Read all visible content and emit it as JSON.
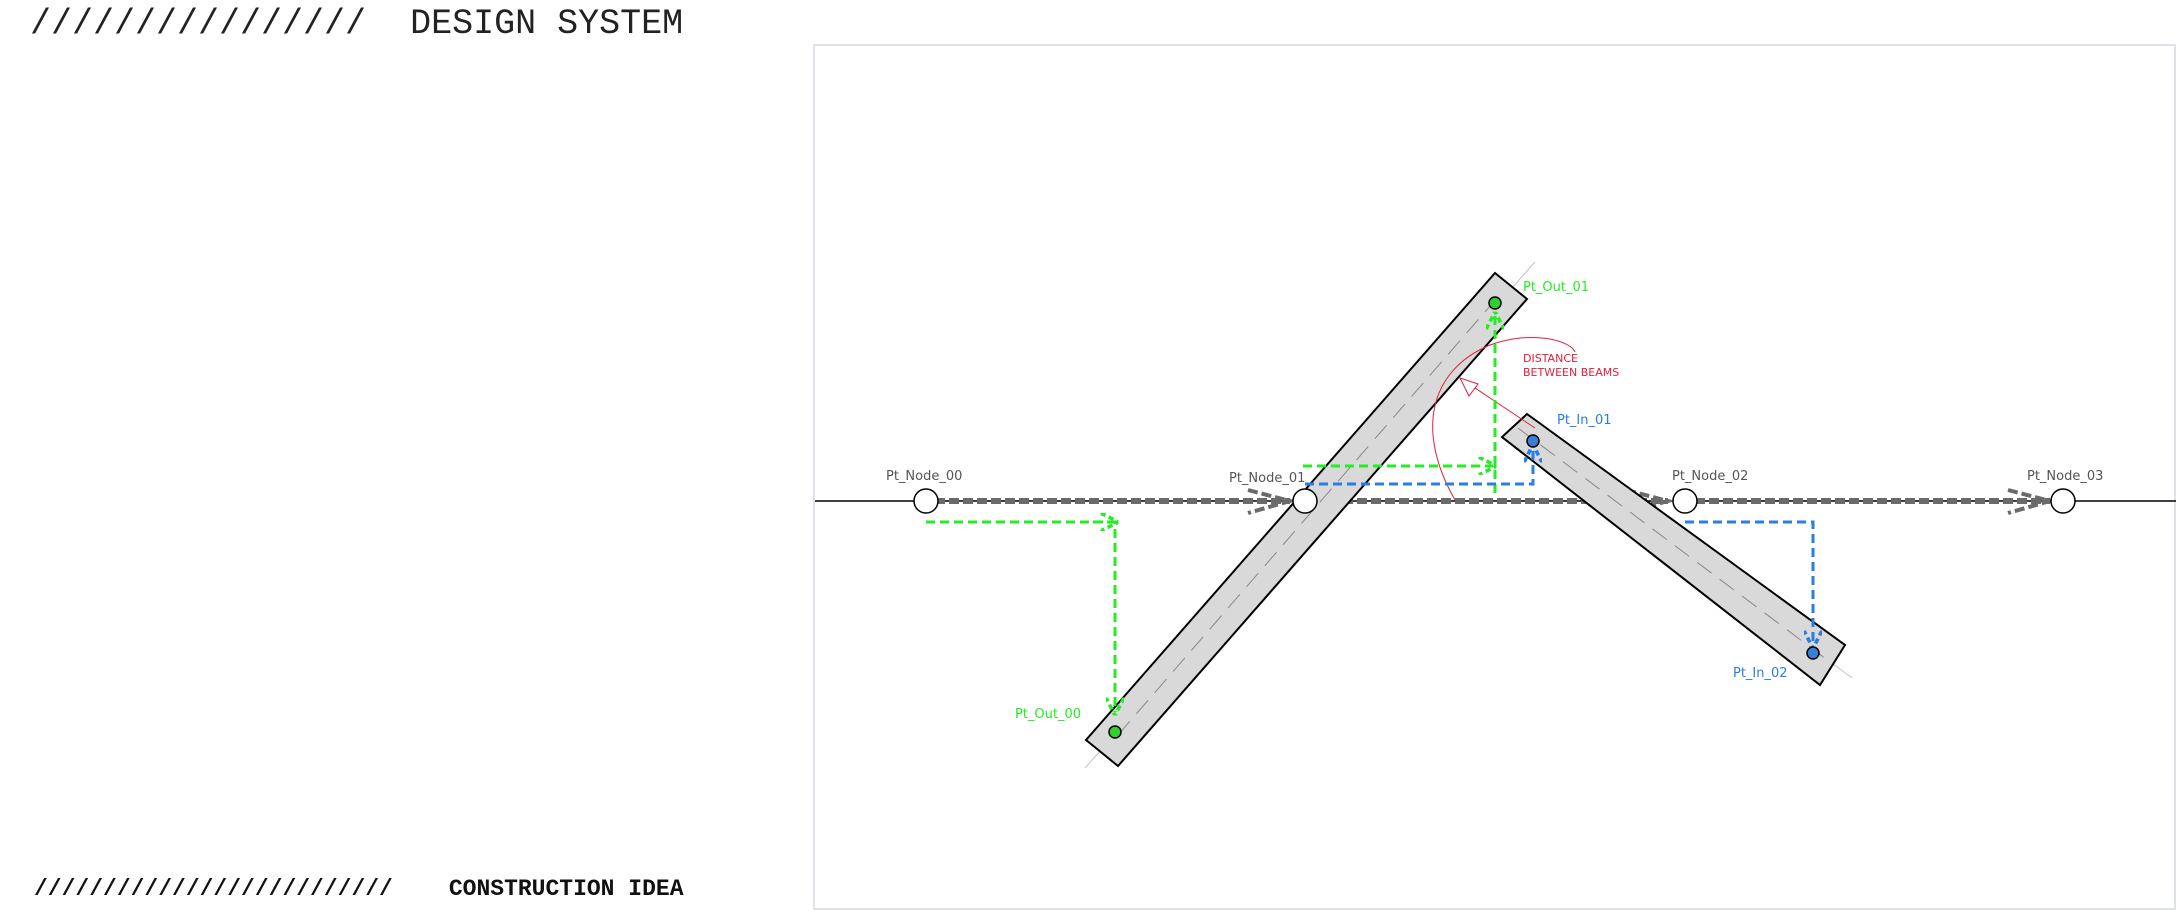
{
  "header": {
    "slashes": "////////////////",
    "title": "DESIGN SYSTEM"
  },
  "footer": {
    "slashes": "//////////////////////////",
    "title": "CONSTRUCTION IDEA"
  },
  "diagram": {
    "nodes": [
      "Pt_Node_00",
      "Pt_Node_01",
      "Pt_Node_02",
      "Pt_Node_03"
    ],
    "outputs": [
      "Pt_Out_00",
      "Pt_Out_01"
    ],
    "inputs": [
      "Pt_In_01",
      "Pt_In_02"
    ],
    "annotation": {
      "line1": "DISTANCE",
      "line2": "BETWEEN BEAMS"
    }
  },
  "colors": {
    "green": "#22ee22",
    "blue": "#2a7de1",
    "gray": "#6b6b6b",
    "red": "#e0203a",
    "beam_fill": "#d9d9d9"
  }
}
